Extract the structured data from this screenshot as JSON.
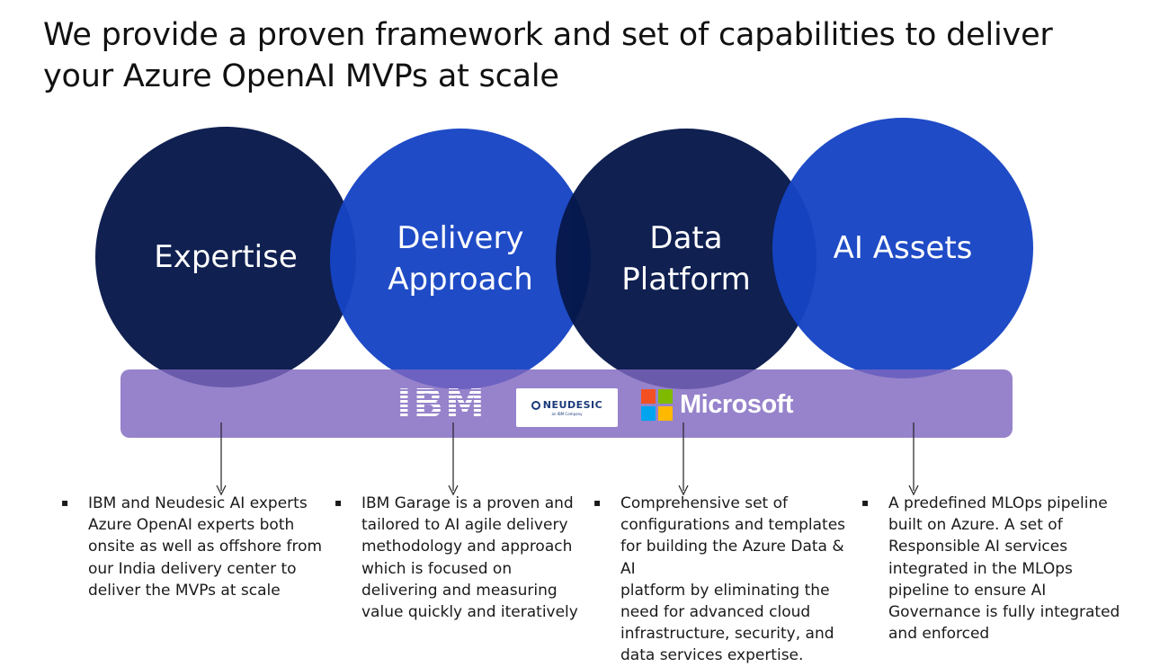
{
  "title": {
    "line1": "We provide a proven framework and set of capabilities to deliver",
    "line2": "your Azure OpenAI MVPs at scale"
  },
  "circles": [
    {
      "label": "Expertise"
    },
    {
      "label": "Delivery\nApproach"
    },
    {
      "label": "Data\nPlatform"
    },
    {
      "label": "AI Assets"
    }
  ],
  "logos": {
    "ibm": "IBM",
    "neudesic": "NEUDESIC",
    "neudesic_sub": "an IBM Company",
    "microsoft": "Microsoft"
  },
  "colors": {
    "dark_circle": "#06174a",
    "blue_circle": "#1644c4",
    "band": "#7f68bf",
    "ms_red": "#f25022",
    "ms_green": "#7fba00",
    "ms_blue": "#00a4ef",
    "ms_yellow": "#ffb900"
  },
  "bullets": [
    {
      "marker": "▪",
      "text": "IBM and Neudesic AI experts\nAzure OpenAI experts both\nonsite as well as offshore from\nour India delivery center to\ndeliver the MVPs at scale"
    },
    {
      "marker": "▪",
      "text": "IBM Garage is a proven and\ntailored to AI agile delivery\nmethodology and approach\nwhich is focused on\ndelivering and measuring\nvalue quickly and iteratively"
    },
    {
      "marker": "▪",
      "text": "Comprehensive set of\nconfigurations and templates\nfor building the Azure Data & AI\nplatform by eliminating the\nneed for advanced cloud\ninfrastructure, security, and\ndata services expertise."
    },
    {
      "marker": "▪",
      "text": "A predefined MLOps pipeline\nbuilt on Azure. A set of\nResponsible AI services\nintegrated in the MLOps\npipeline to ensure AI\nGovernance is fully integrated\nand enforced"
    }
  ]
}
